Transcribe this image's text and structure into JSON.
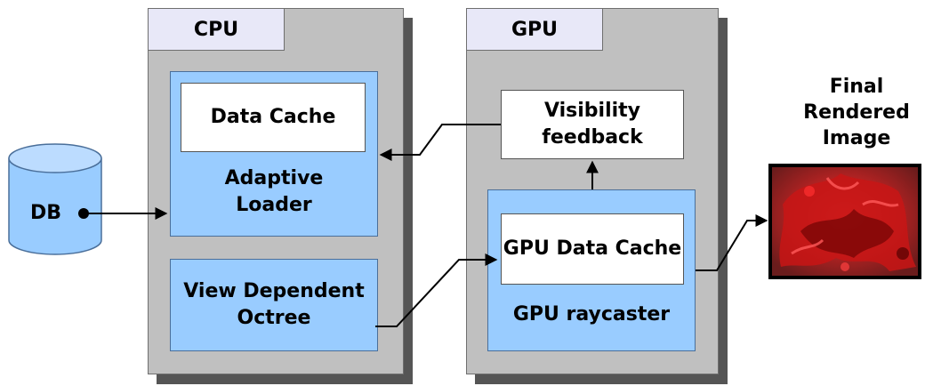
{
  "cpu": {
    "tab_label": "CPU",
    "data_cache": "Data Cache",
    "adaptive_loader": [
      "Adaptive",
      "Loader"
    ],
    "octree": [
      "View Dependent",
      "Octree"
    ]
  },
  "gpu": {
    "tab_label": "GPU",
    "visibility": [
      "Visibility",
      "feedback"
    ],
    "data_cache": "GPU Data Cache",
    "raycaster": "GPU raycaster"
  },
  "db": {
    "label": "DB"
  },
  "output": {
    "title": [
      "Final",
      "Rendered",
      "Image"
    ]
  },
  "colors": {
    "panel": "#c0c0c0",
    "panel_shadow": "#555555",
    "tab": "#e8e8f8",
    "module_blue": "#99ccff",
    "render_red": "#b01010"
  }
}
